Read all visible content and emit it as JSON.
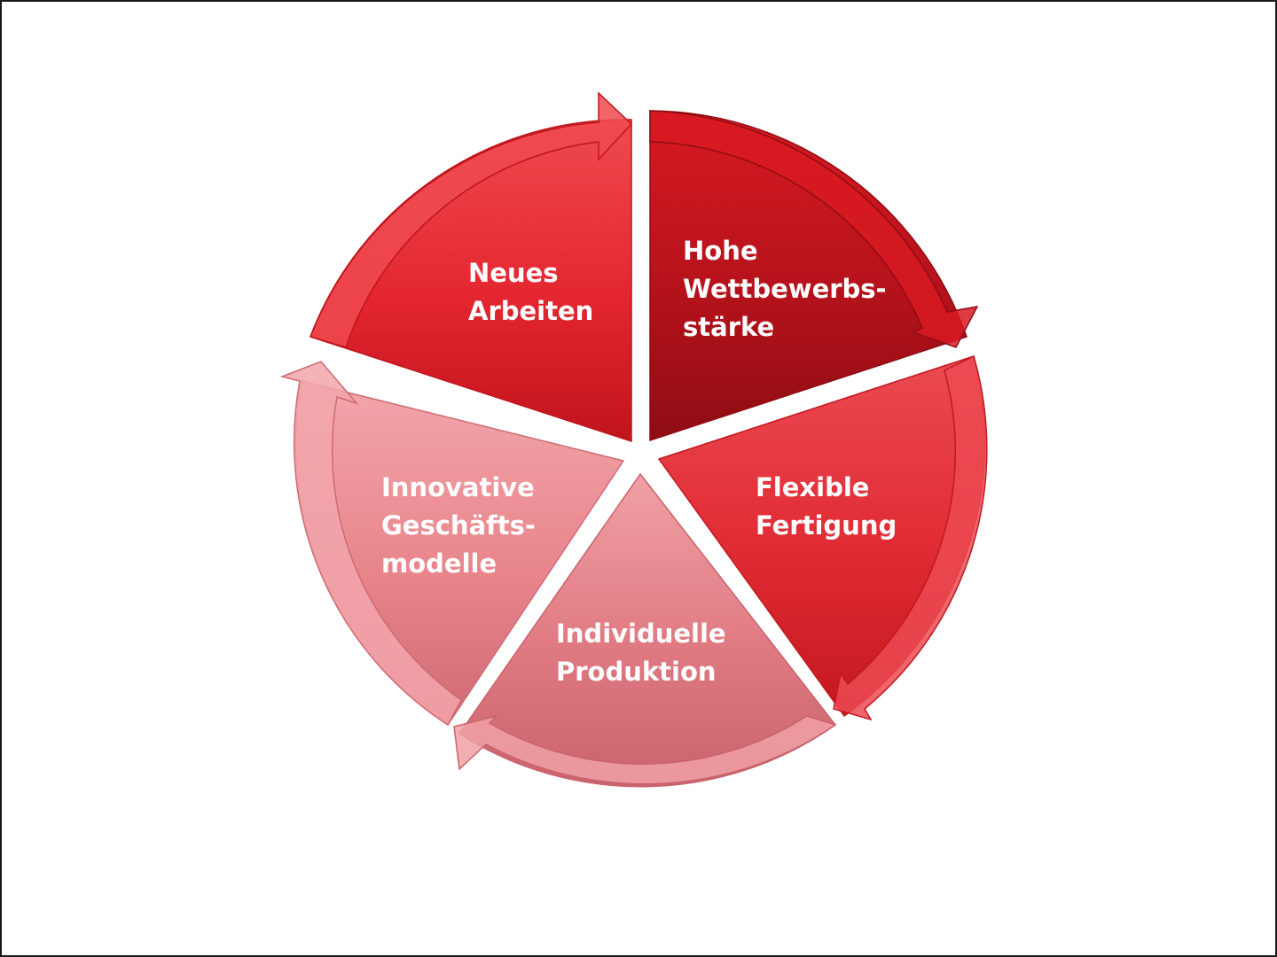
{
  "diagram": {
    "type": "cycle",
    "segments": [
      {
        "id": "neues-arbeiten",
        "lines": [
          "Neues",
          "Arbeiten"
        ],
        "color": "#e42630",
        "color_light": "#ef4a50",
        "color_dark": "#c0141c"
      },
      {
        "id": "hohe-wettbewerbsstaerke",
        "lines": [
          "Hohe",
          "Wettbewerbs-",
          "stärke"
        ],
        "color": "#b5121b",
        "color_light": "#d81a22",
        "color_dark": "#8f0c13"
      },
      {
        "id": "flexible-fertigung",
        "lines": [
          "Flexible",
          "Fertigung"
        ],
        "color": "#e02a33",
        "color_light": "#ec4a52",
        "color_dark": "#c21820"
      },
      {
        "id": "individuelle-produktion",
        "lines": [
          "Individuelle",
          "Produktion"
        ],
        "color": "#e07a82",
        "color_light": "#f0a0a6",
        "color_dark": "#c9636c"
      },
      {
        "id": "innovative-geschaeftsmodelle",
        "lines": [
          "Innovative",
          "Geschäfts-",
          "modelle"
        ],
        "color": "#e8868c",
        "color_light": "#f2a6ab",
        "color_dark": "#cf6a72"
      }
    ]
  }
}
